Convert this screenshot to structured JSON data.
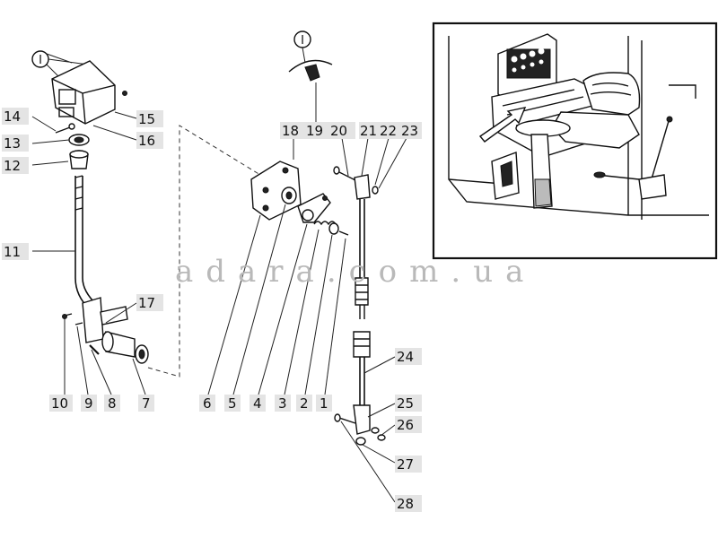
{
  "watermark": "adara.com.ua",
  "callouts": [
    {
      "id": "c14",
      "text": "14"
    },
    {
      "id": "c13",
      "text": "13"
    },
    {
      "id": "c12",
      "text": "12"
    },
    {
      "id": "c11",
      "text": "11"
    },
    {
      "id": "c15",
      "text": "15"
    },
    {
      "id": "c16",
      "text": "16"
    },
    {
      "id": "c17",
      "text": "17"
    },
    {
      "id": "c10",
      "text": "10"
    },
    {
      "id": "c9",
      "text": "9"
    },
    {
      "id": "c8",
      "text": "8"
    },
    {
      "id": "c7",
      "text": "7"
    },
    {
      "id": "c18",
      "text": "18"
    },
    {
      "id": "c19",
      "text": "19"
    },
    {
      "id": "c20",
      "text": "20"
    },
    {
      "id": "c21",
      "text": "21"
    },
    {
      "id": "c22",
      "text": "22"
    },
    {
      "id": "c23",
      "text": "23"
    },
    {
      "id": "c6",
      "text": "6"
    },
    {
      "id": "c5",
      "text": "5"
    },
    {
      "id": "c4",
      "text": "4"
    },
    {
      "id": "c3",
      "text": "3"
    },
    {
      "id": "c2",
      "text": "2"
    },
    {
      "id": "c1",
      "text": "1"
    },
    {
      "id": "c24",
      "text": "24"
    },
    {
      "id": "c25",
      "text": "25"
    },
    {
      "id": "c26",
      "text": "26"
    },
    {
      "id": "c27",
      "text": "27"
    },
    {
      "id": "c28",
      "text": "28"
    }
  ],
  "markers": {
    "left": "I",
    "center": "I"
  }
}
